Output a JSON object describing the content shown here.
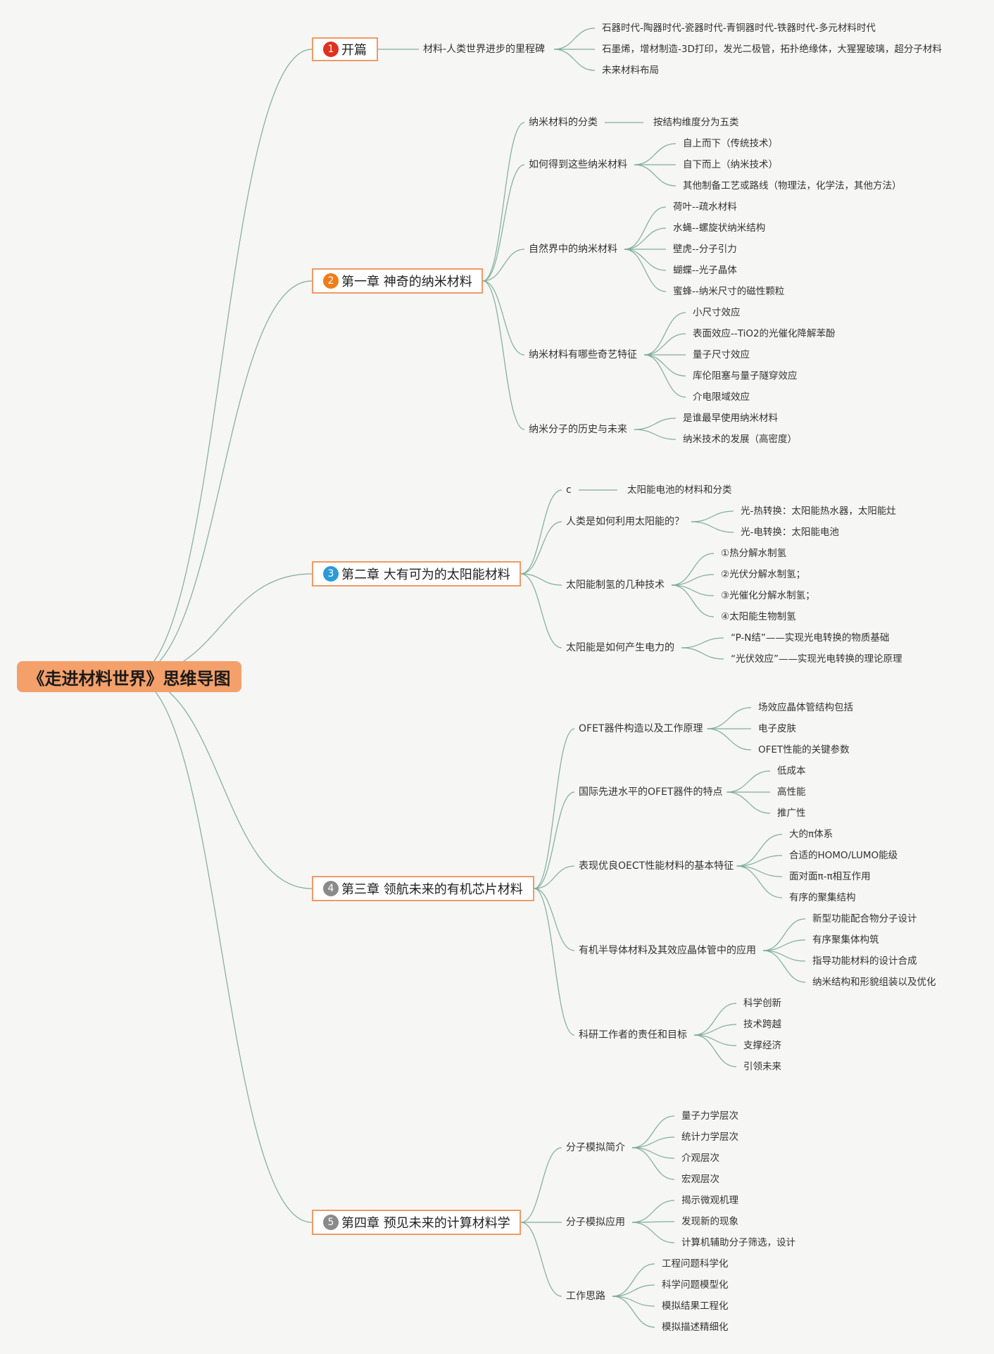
{
  "root": {
    "label": "《走进材料世界》思维导图"
  },
  "colors": {
    "root_fill": "#f4a06a",
    "chapter_border": "#ef9b66",
    "link": "#7fae98",
    "badges": [
      "#e0301e",
      "#ef7d1a",
      "#2c9ad8",
      "#8a8a8a",
      "#8a8a8a"
    ]
  },
  "chapters": [
    {
      "num": "1",
      "label": "开篇",
      "children": [
        {
          "label": "材料-人类世界进步的里程碑",
          "children": [
            "石器时代-陶器时代-瓷器时代-青铜器时代-铁器时代-多元材料时代",
            "石墨烯，增材制造-3D打印，发光二极管，拓扑绝缘体，大猩猩玻璃，超分子材料",
            "未来材料布局"
          ]
        }
      ]
    },
    {
      "num": "2",
      "label": "第一章 神奇的纳米材料",
      "children": [
        {
          "label": "纳米材料的分类",
          "children": [
            "按结构维度分为五类"
          ]
        },
        {
          "label": "如何得到这些纳米材料",
          "children": [
            "自上而下（传统技术）",
            "自下而上（纳米技术）",
            "其他制备工艺或路线（物理法，化学法，其他方法）"
          ]
        },
        {
          "label": "自然界中的纳米材料",
          "children": [
            "荷叶--疏水材料",
            "水蝇--螺旋状纳米结构",
            "壁虎--分子引力",
            "蝴蝶--光子晶体",
            "蜜蜂--纳米尺寸的磁性颗粒"
          ]
        },
        {
          "label": "纳米材料有哪些奇艺特征",
          "children": [
            "小尺寸效应",
            "表面效应--TiO2的光催化降解苯酚",
            "量子尺寸效应",
            "库伦阻塞与量子隧穿效应",
            "介电限域效应"
          ]
        },
        {
          "label": "纳米分子的历史与未来",
          "children": [
            "是谁最早使用纳米材料",
            "纳米技术的发展（高密度）"
          ]
        }
      ]
    },
    {
      "num": "3",
      "label": "第二章 大有可为的太阳能材料",
      "children": [
        {
          "label": "c",
          "children": [
            "太阳能电池的材料和分类"
          ]
        },
        {
          "label": "人类是如何利用太阳能的？",
          "children": [
            "光-热转换：太阳能热水器，太阳能灶",
            "光-电转换：太阳能电池"
          ]
        },
        {
          "label": "太阳能制氢的几种技术",
          "children": [
            "①热分解水制氢",
            "②光伏分解水制氢；",
            "③光催化分解水制氢；",
            "④太阳能生物制氢"
          ]
        },
        {
          "label": "太阳能是如何产生电力的",
          "children": [
            "“P-N结”——实现光电转换的物质基础",
            "“光伏效应”——实现光电转换的理论原理"
          ]
        }
      ]
    },
    {
      "num": "4",
      "label": "第三章 领航未来的有机芯片材料",
      "children": [
        {
          "label": "OFET器件构造以及工作原理",
          "children": [
            "场效应晶体管结构包括",
            "电子皮肤",
            "OFET性能的关键参数"
          ]
        },
        {
          "label": "国际先进水平的OFET器件的特点",
          "children": [
            "低成本",
            "高性能",
            "推广性"
          ]
        },
        {
          "label": "表现优良OECT性能材料的基本特征",
          "children": [
            "大的π体系",
            "合适的HOMO/LUMO能级",
            "面对面π-π相互作用",
            "有序的聚集结构"
          ]
        },
        {
          "label": "有机半导体材料及其效应晶体管中的应用",
          "children": [
            "新型功能配合物分子设计",
            "有序聚集体构筑",
            "指导功能材料的设计合成",
            "纳米结构和形貌组装以及优化"
          ]
        },
        {
          "label": "科研工作者的责任和目标",
          "children": [
            "科学创新",
            "技术跨越",
            "支撑经济",
            "引领未来"
          ]
        }
      ]
    },
    {
      "num": "5",
      "label": "第四章 预见未来的计算材料学",
      "children": [
        {
          "label": "分子模拟简介",
          "children": [
            "量子力学层次",
            "统计力学层次",
            "介观层次",
            "宏观层次"
          ]
        },
        {
          "label": "分子模拟应用",
          "children": [
            "揭示微观机理",
            "发现新的现象",
            "计算机辅助分子筛选，设计"
          ]
        },
        {
          "label": "工作思路",
          "children": [
            "工程问题科学化",
            "科学问题模型化",
            "模拟结果工程化",
            "模拟描述精细化"
          ]
        }
      ]
    }
  ]
}
